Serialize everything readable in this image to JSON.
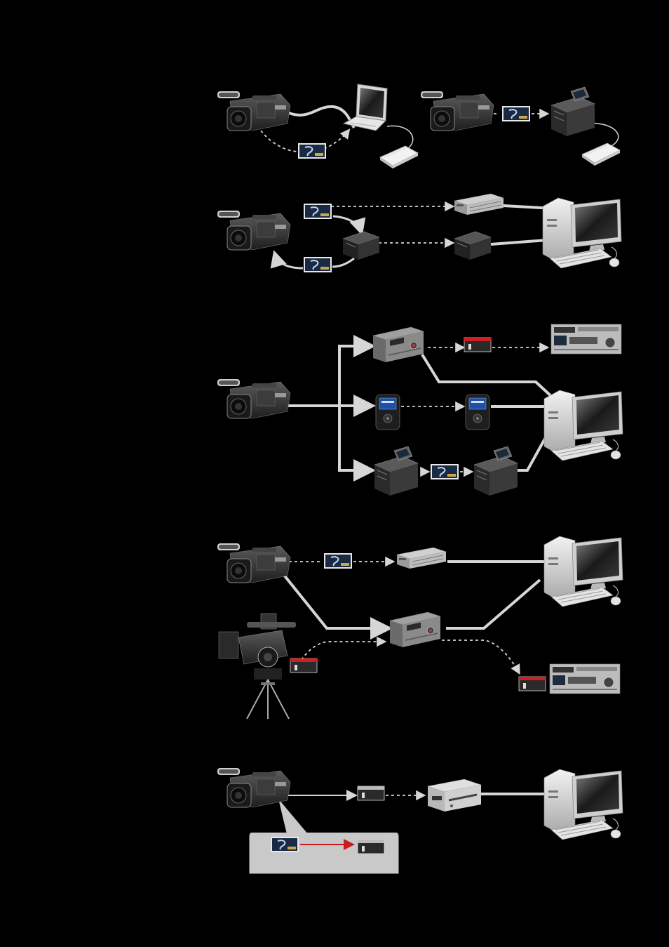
{
  "page": {
    "background": "#000000",
    "text_labels": []
  },
  "colors": {
    "line": "#d6d6d6",
    "device_dark": "#2b2b2b",
    "device_mid": "#4a4a4a",
    "device_light": "#9a9a9a",
    "tape_red": "#d21e1e",
    "callout_bg": "#c9c9c9",
    "arrow_red": "#c81e1e"
  },
  "diagrams": [
    {
      "id": "workflow-1",
      "devices": [
        "camcorder-icon",
        "p2-card-icon",
        "laptop-icon",
        "hdd-icon",
        "camcorder-icon",
        "p2-card-icon",
        "p2-drive-icon",
        "hdd-icon"
      ]
    },
    {
      "id": "workflow-2",
      "devices": [
        "camcorder-icon",
        "p2-card-icon",
        "p2-card-icon",
        "card-reader-icon",
        "rack-server-icon",
        "card-reader-icon",
        "pc-workstation-icon"
      ]
    },
    {
      "id": "workflow-3",
      "devices": [
        "camcorder-icon",
        "deck-recorder-icon",
        "tape-cassette-icon",
        "vtr-icon",
        "portable-storage-icon",
        "portable-storage-icon",
        "p2-drive-icon",
        "p2-card-icon",
        "p2-drive-icon",
        "pc-workstation-icon"
      ]
    },
    {
      "id": "workflow-4",
      "devices": [
        "camcorder-icon",
        "p2-card-icon",
        "rack-server-icon",
        "studio-camera-icon",
        "tape-cassette-icon",
        "deck-recorder-icon",
        "tape-cassette-icon",
        "vtr-icon",
        "pc-workstation-icon",
        "pc-workstation-icon"
      ]
    },
    {
      "id": "workflow-5",
      "devices": [
        "camcorder-icon",
        "tape-cassette-icon",
        "compact-deck-icon",
        "pc-workstation-icon",
        "p2-card-icon",
        "tape-cassette-icon"
      ]
    }
  ]
}
